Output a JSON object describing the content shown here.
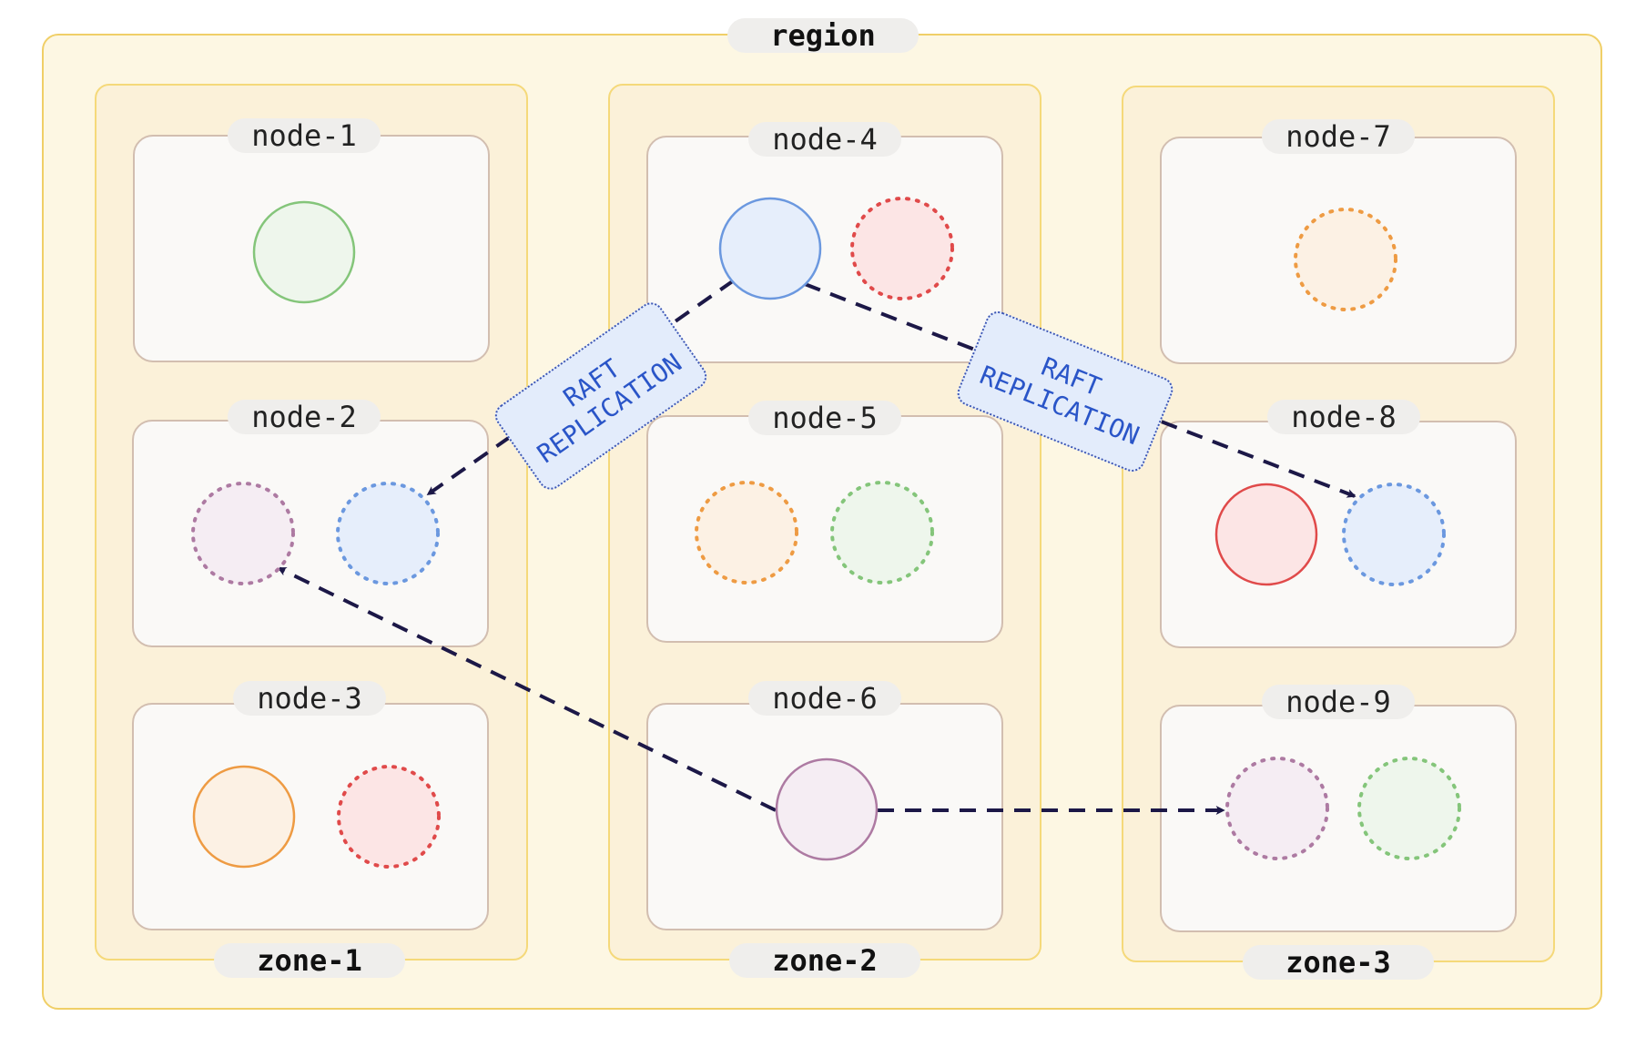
{
  "region": {
    "label": "region"
  },
  "zones": [
    {
      "label": "zone-1"
    },
    {
      "label": "zone-2"
    },
    {
      "label": "zone-3"
    }
  ],
  "nodes": [
    {
      "label": "node-1"
    },
    {
      "label": "node-2"
    },
    {
      "label": "node-3"
    },
    {
      "label": "node-4"
    },
    {
      "label": "node-5"
    },
    {
      "label": "node-6"
    },
    {
      "label": "node-7"
    },
    {
      "label": "node-8"
    },
    {
      "label": "node-9"
    }
  ],
  "annotations": {
    "raft_left": {
      "line1": "RAFT",
      "line2": "REPLICATION"
    },
    "raft_right": {
      "line1": "RAFT",
      "line2": "REPLICATION"
    }
  },
  "colors": {
    "green": {
      "stroke": "#84c57a",
      "fill": "#eef6ec"
    },
    "blue": {
      "stroke": "#6b98df",
      "fill": "#e6eefb"
    },
    "red": {
      "stroke": "#e04a4a",
      "fill": "#fce5e5"
    },
    "orange": {
      "stroke": "#ee9b43",
      "fill": "#fcf1e4"
    },
    "purple": {
      "stroke": "#ad7aa2",
      "fill": "#f5edf3"
    },
    "arrow": "#1c1847"
  }
}
